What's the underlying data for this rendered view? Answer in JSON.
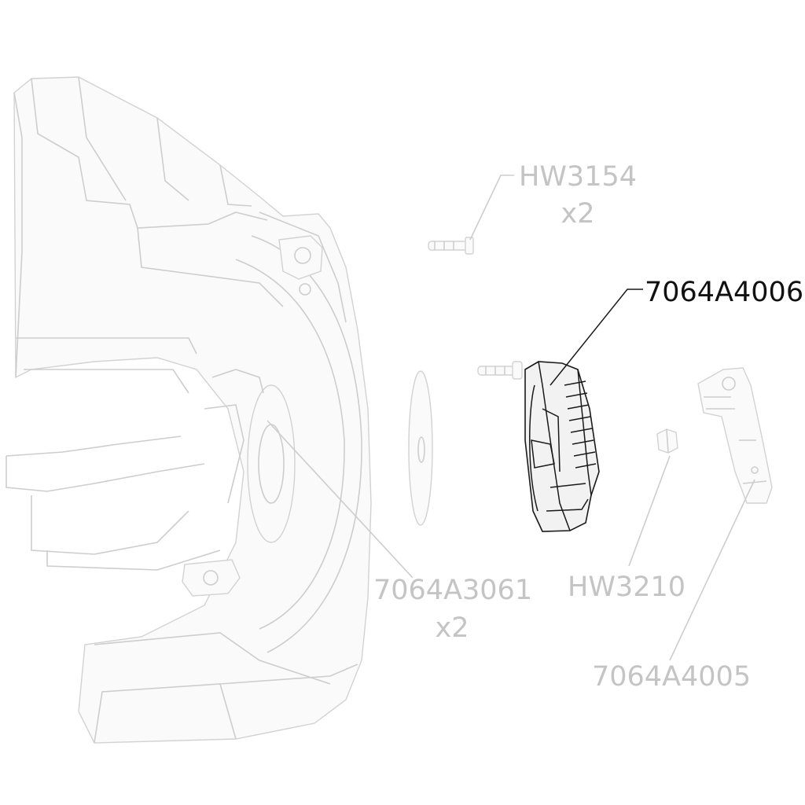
{
  "callouts": {
    "hw3154": {
      "part": "HW3154",
      "qty": "x2"
    },
    "p7064a4006": {
      "part": "7064A4006"
    },
    "p7064a3061": {
      "part": "7064A3061",
      "qty": "x2"
    },
    "hw3210": {
      "part": "HW3210"
    },
    "p7064a4005": {
      "part": "7064A4005"
    }
  },
  "colors": {
    "highlight": "#111111",
    "ghost": "#c4c4c4"
  }
}
